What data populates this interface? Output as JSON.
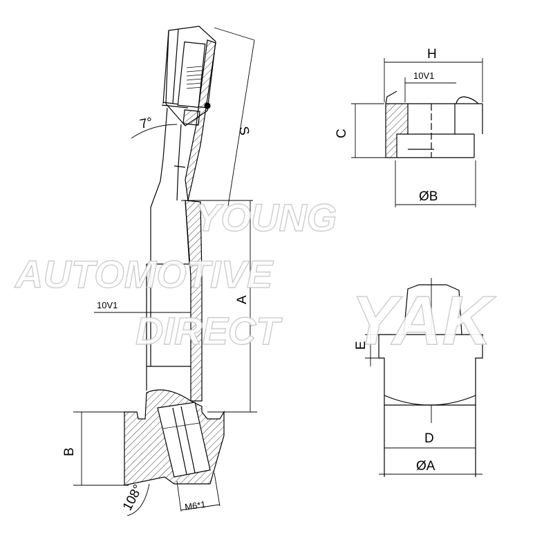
{
  "labels": {
    "angle_top": "7°",
    "length_s": "S",
    "thread_side": "10V1",
    "length_a": "A",
    "height_b": "B",
    "angle_bottom": "108°",
    "thread_bottom": "M6*1",
    "width_h": "H",
    "thread_top": "10V1",
    "height_c": "C",
    "diam_b": "ØB",
    "height_e": "E",
    "width_d": "D",
    "diam_a": "ØA"
  },
  "watermark": {
    "line1": "YOUNG",
    "line2": "AUTOMOTIVE",
    "line3": "DIRECT",
    "logo": "YAK"
  },
  "colors": {
    "line": "#000000",
    "hatch": "#000000",
    "watermark": "#c8c8c8"
  }
}
